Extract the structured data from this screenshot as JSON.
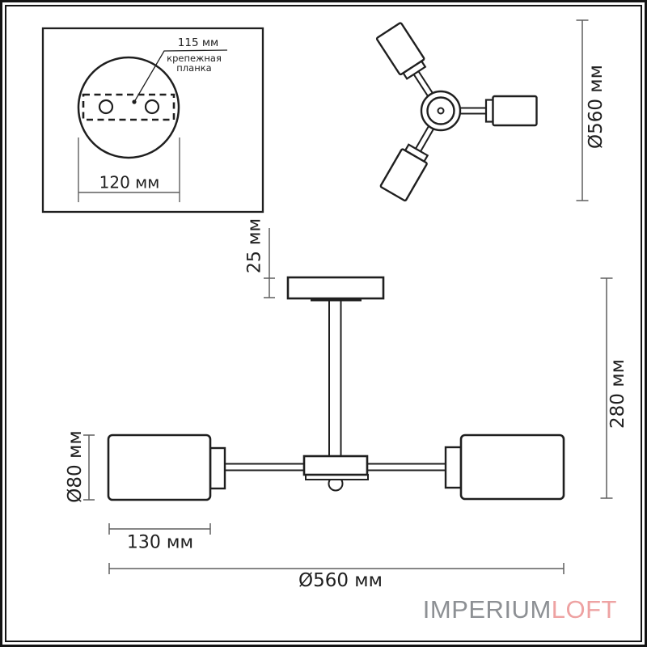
{
  "detail_box": {
    "bracket_width_label": "115 мм",
    "bracket_name": "крепежная\nпланка",
    "plate_width_label": "120 мм"
  },
  "top_view": {
    "diameter_label": "Ø560 мм"
  },
  "side_view": {
    "canopy_height_label": "25 мм",
    "fixture_height_label": "280 мм",
    "shade_diameter_label": "Ø80 мм",
    "shade_length_label": "130 мм",
    "total_diameter_label": "Ø560 мм"
  },
  "branding": {
    "brand_primary": "IMPERIUM",
    "brand_secondary": "LOFT"
  },
  "colors": {
    "drawing_line": "#1f1f1f",
    "dimension_line": "#6e6e6e",
    "logo_gray": "#8d9094",
    "logo_salmon": "#eea2a2",
    "background": "#ffffff"
  }
}
